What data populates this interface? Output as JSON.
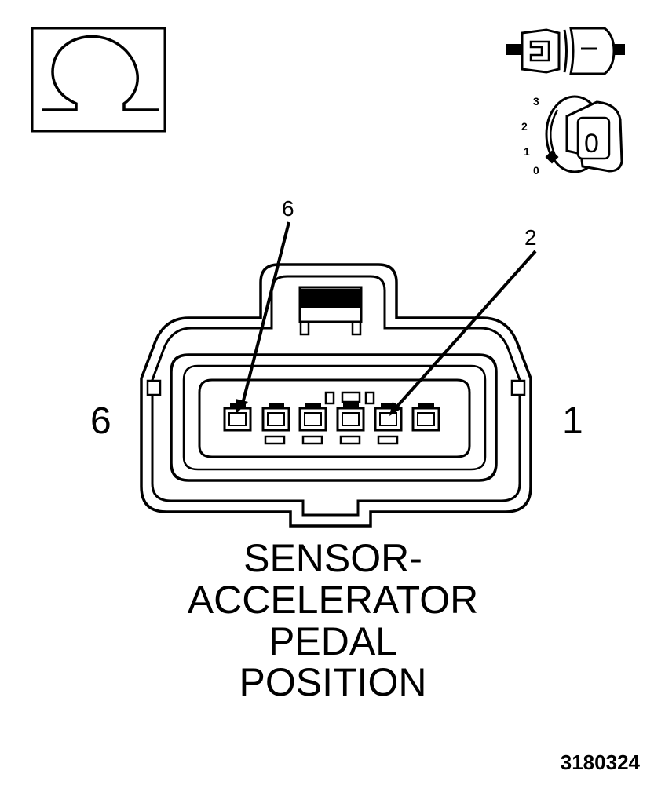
{
  "icons": {
    "ohm_meter": "ohm-icon",
    "disconnected_connector": "disconnected-connector-icon",
    "ignition_key": "ignition-key-icon"
  },
  "ignition": {
    "positions": [
      "3",
      "2",
      "1",
      "0"
    ],
    "key_label": "0"
  },
  "connector": {
    "pin_callouts": [
      "6",
      "2"
    ],
    "end_left": "6",
    "end_right": "1"
  },
  "title": {
    "lines": [
      "SENSOR-",
      "ACCELERATOR",
      "PEDAL",
      "POSITION"
    ]
  },
  "figure_number": "3180324",
  "colors": {
    "ink": "#000000",
    "paper": "#ffffff"
  }
}
